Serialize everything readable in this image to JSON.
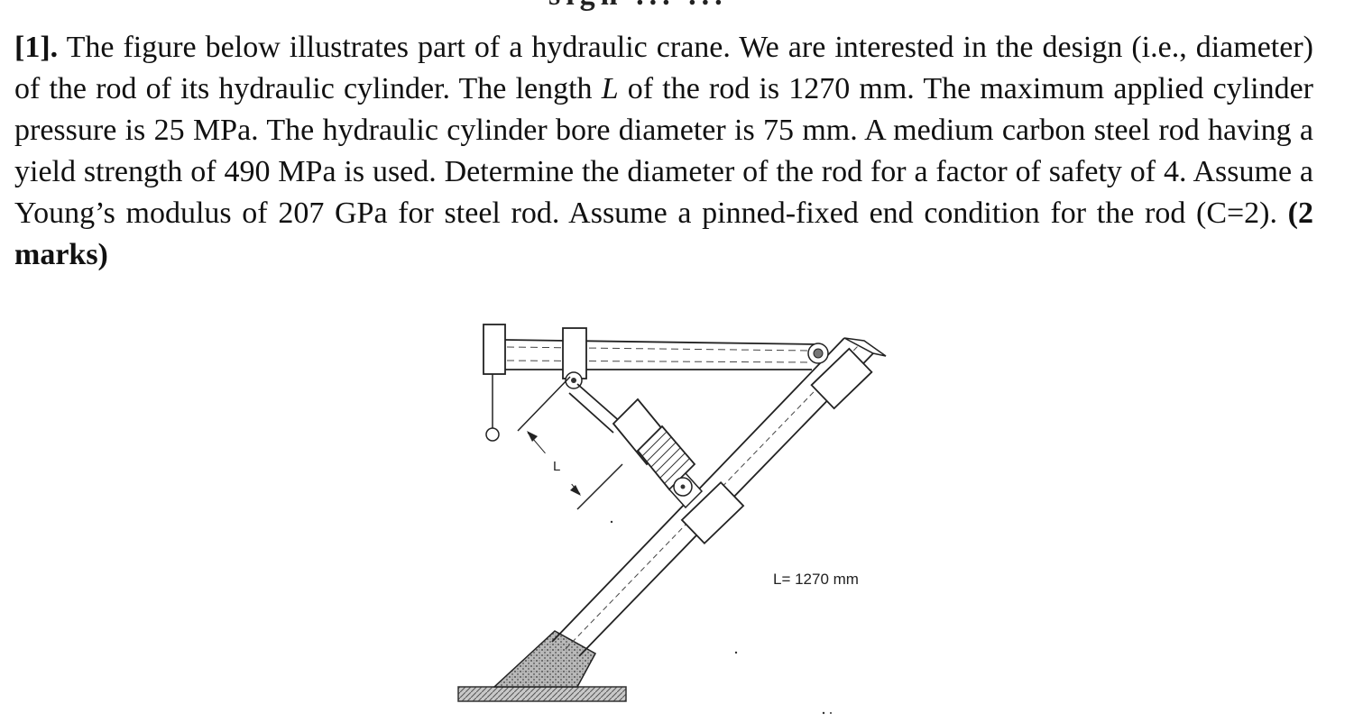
{
  "header": {
    "cut_text": "sign ... ..."
  },
  "problem": {
    "number": "[1].",
    "text_part1": " The figure below illustrates part of a hydraulic crane. We are interested in the design (i.e., diameter) of the rod of its hydraulic cylinder. The length ",
    "italic_L": "L",
    "text_part2": " of the rod is 1270 mm. The maximum applied cylinder pressure is 25 MPa. The hydraulic cylinder bore diameter is 75 mm. A medium carbon steel rod having a yield strength of 490 MPa is used. Determine the diameter of the rod for a factor of safety of 4. Assume a Young’s modulus of 207 GPa for steel rod. Assume a pinned-fixed end condition for the rod (C=2). ",
    "marks": "(2 marks)"
  },
  "figure": {
    "length_arrow_label": "L",
    "length_value_label": "L= 1270  mm"
  }
}
